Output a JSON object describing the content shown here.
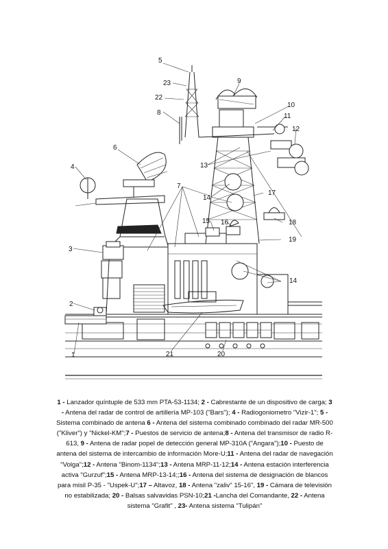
{
  "callouts": [
    "1",
    "2",
    "3",
    "4",
    "5",
    "6",
    "7",
    "8",
    "9",
    "10",
    "11",
    "12",
    "13",
    "14",
    "15",
    "16",
    "17",
    "18",
    "19",
    "20",
    "21",
    "22",
    "23"
  ],
  "legend": [
    {
      "n": "1 -",
      "t": " Lanzador quíntuple de 533 mm PTA-53-1134; "
    },
    {
      "n": "2 -",
      "t": " Cabrestante de un dispositivo de carga; "
    },
    {
      "n": "3 -",
      "t": " Antena del radar de control de  artillería MP-103 (\"Bars\"); "
    },
    {
      "n": "4 -",
      "t": " Radiogoniometro \"Vizir-1\"; "
    },
    {
      "n": "5 -",
      "t": " Sistema combinado de antena "
    },
    {
      "n": "6 -",
      "t": " Antena del sistema combinado combinado del radar MR-500 (\"Kliver\") y \"Nickel-KM\";"
    },
    {
      "n": "7 -",
      "t": " Puestos de servicio de antena;"
    },
    {
      "n": "8 -",
      "t": " Antena del transmisor de radio R-613, "
    },
    {
      "n": "9 -",
      "t": " Antena de radar popel de detección general MP-310A (\"Angara\");"
    },
    {
      "n": "10 -",
      "t": " Puesto de antena del sistema de intercambio de información More-U;"
    },
    {
      "n": "11 -",
      "t": " Antena del radar de navegación \"Volga\";"
    },
    {
      "n": "12 -",
      "t": " Antena \"Binom-1134\";"
    },
    {
      "n": "13 -",
      "t": " Antena MRP-11-12;"
    },
    {
      "n": "14 -",
      "t": " Antena estación interferencia activa \"Gurzuf\";"
    },
    {
      "n": "15 -",
      "t": " Antena MRP-13-14;;"
    },
    {
      "n": "16 -",
      "t": " Antena del sistema de designación de blancos para misil P-35 - \"Uspek-U\";"
    },
    {
      "n": "17 –",
      "t": " Altavoz, "
    },
    {
      "n": "18 -",
      "t": " Antena \"zaliv\" 15-16\", "
    },
    {
      "n": "19 -",
      "t": " Cámara de televisión no estabilizada; "
    },
    {
      "n": "20 -",
      "t": " Balsas salvavidas PSN-10;"
    },
    {
      "n": "21 -",
      "t": "Lancha del Comandante, "
    },
    {
      "n": "22 -",
      "t": " Antena sistema \"Grafit\" , "
    },
    {
      "n": "23-",
      "t": " Antena sistema \"Tulipán\""
    }
  ]
}
